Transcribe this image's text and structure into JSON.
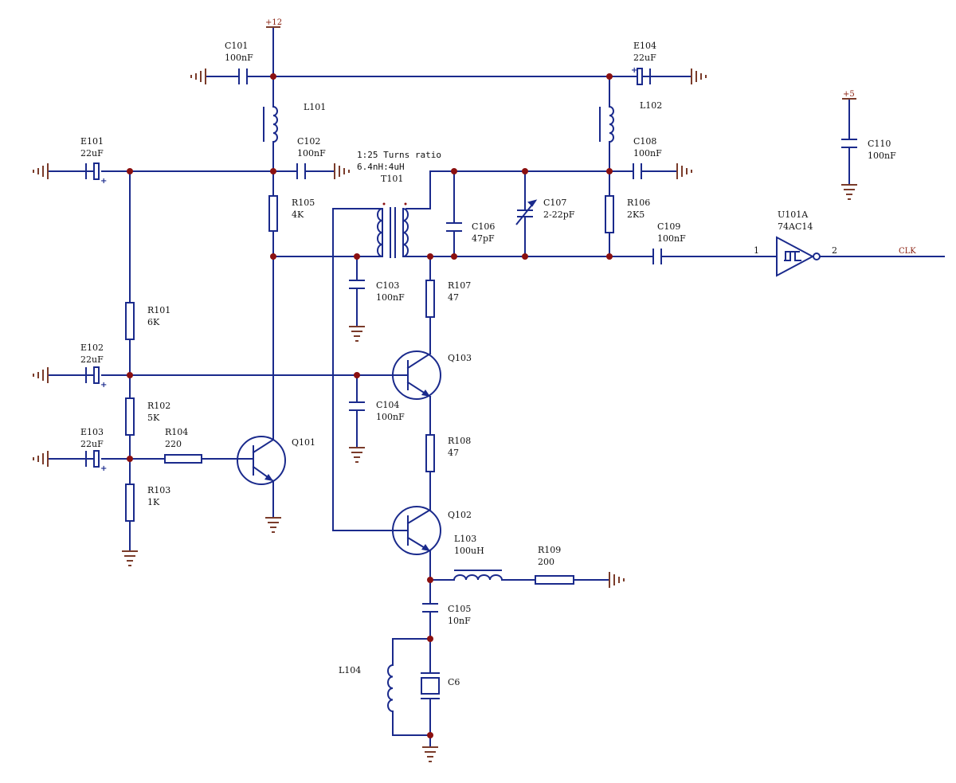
{
  "power": {
    "v12": "+12",
    "v5": "+5"
  },
  "note": {
    "line1": "1:25 Turns ratio",
    "line2": "6.4nH:4uH"
  },
  "components": {
    "C101": {
      "ref": "C101",
      "value": "100nF"
    },
    "C102": {
      "ref": "C102",
      "value": "100nF"
    },
    "C103": {
      "ref": "C103",
      "value": "100nF"
    },
    "C104": {
      "ref": "C104",
      "value": "100nF"
    },
    "C105": {
      "ref": "C105",
      "value": "10nF"
    },
    "C106": {
      "ref": "C106",
      "value": "47pF"
    },
    "C107": {
      "ref": "C107",
      "value": "2-22pF"
    },
    "C108": {
      "ref": "C108",
      "value": "100nF"
    },
    "C109": {
      "ref": "C109",
      "value": "100nF"
    },
    "C110": {
      "ref": "C110",
      "value": "100nF"
    },
    "E101": {
      "ref": "E101",
      "value": "22uF"
    },
    "E102": {
      "ref": "E102",
      "value": "22uF"
    },
    "E103": {
      "ref": "E103",
      "value": "22uF"
    },
    "E104": {
      "ref": "E104",
      "value": "22uF"
    },
    "L101": {
      "ref": "L101"
    },
    "L102": {
      "ref": "L102"
    },
    "L103": {
      "ref": "L103",
      "value": "100uH"
    },
    "L104": {
      "ref": "L104"
    },
    "R101": {
      "ref": "R101",
      "value": "6K"
    },
    "R102": {
      "ref": "R102",
      "value": "5K"
    },
    "R103": {
      "ref": "R103",
      "value": "1K"
    },
    "R104": {
      "ref": "R104",
      "value": "220"
    },
    "R105": {
      "ref": "R105",
      "value": "4K"
    },
    "R106": {
      "ref": "R106",
      "value": "2K5"
    },
    "R107": {
      "ref": "R107",
      "value": "47"
    },
    "R108": {
      "ref": "R108",
      "value": "47"
    },
    "R109": {
      "ref": "R109",
      "value": "200"
    },
    "Q101": {
      "ref": "Q101"
    },
    "Q102": {
      "ref": "Q102"
    },
    "Q103": {
      "ref": "Q103"
    },
    "T101": {
      "ref": "T101"
    },
    "C6": {
      "ref": "C6"
    },
    "U101A": {
      "ref": "U101A",
      "value": "74AC14",
      "pin_in": "1",
      "pin_out": "2"
    }
  },
  "net_labels": {
    "clk": "CLK"
  },
  "polarity": {
    "plus": "+"
  }
}
